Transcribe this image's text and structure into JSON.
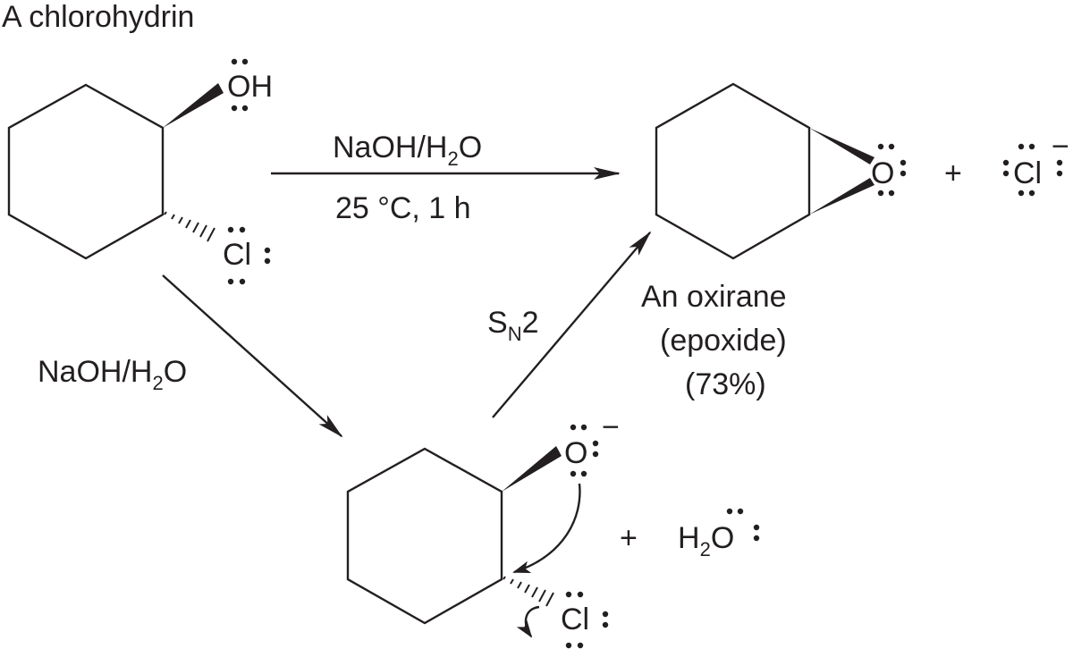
{
  "title": "A chlorohydrin",
  "reagents_top": {
    "above_main": "NaOH/H",
    "above_sub": "2",
    "above_tail": "O",
    "below": "25 °C, 1 h"
  },
  "reagents_left": {
    "main": "NaOH/H",
    "sub": "2",
    "tail": "O"
  },
  "sn2": {
    "main": "S",
    "sub": "N",
    "tail": "2"
  },
  "product": {
    "name_line1": "An oxirane",
    "name_line2": "(epoxide)",
    "yield": "(73%)"
  },
  "atoms": {
    "oh": "OH",
    "cl": "Cl",
    "o": "O",
    "minus": "−",
    "plus": "+",
    "water_h": "H",
    "water_sub": "2",
    "water_o": "O"
  }
}
